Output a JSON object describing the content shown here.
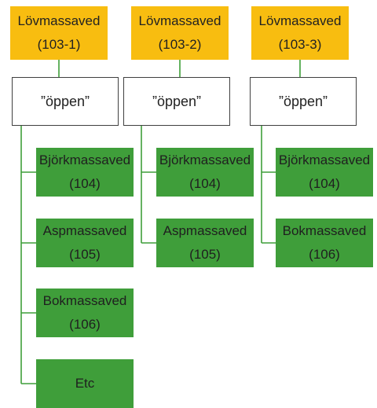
{
  "columns": [
    {
      "head": {
        "name": "Lövmassaved",
        "code": "(103-1)"
      },
      "open": "”öppen”",
      "children": [
        {
          "name": "Björkmassaved",
          "code": "(104)"
        },
        {
          "name": "Aspmassaved",
          "code": "(105)"
        },
        {
          "name": "Bokmassaved",
          "code": "(106)"
        },
        {
          "name": "Etc",
          "code": ""
        }
      ]
    },
    {
      "head": {
        "name": "Lövmassaved",
        "code": "(103-2)"
      },
      "open": "”öppen”",
      "children": [
        {
          "name": "Björkmassaved",
          "code": "(104)"
        },
        {
          "name": "Aspmassaved",
          "code": "(105)"
        }
      ]
    },
    {
      "head": {
        "name": "Lövmassaved",
        "code": "(103-3)"
      },
      "open": "”öppen”",
      "children": [
        {
          "name": "Björkmassaved",
          "code": "(104)"
        },
        {
          "name": "Bokmassaved",
          "code": "(106)"
        }
      ]
    }
  ],
  "colors": {
    "head_fill": "#f8bd10",
    "leaf_fill": "#3f9e3a",
    "connector": "#3f9e3a",
    "open_border": "#404040"
  }
}
